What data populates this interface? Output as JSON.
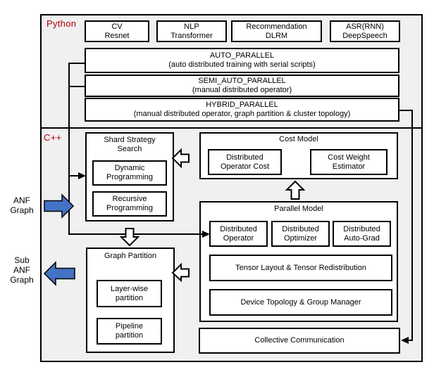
{
  "python": {
    "label": "Python",
    "apps": [
      {
        "lines": [
          "CV",
          "Resnet"
        ]
      },
      {
        "lines": [
          "NLP",
          "Transformer"
        ]
      },
      {
        "lines": [
          "Recommendation",
          "DLRM"
        ]
      },
      {
        "lines": [
          "ASR(RNN)",
          "DeepSpeech"
        ]
      }
    ],
    "modes": [
      {
        "name": "AUTO_PARALLEL",
        "desc": "(auto distributed training with serial scripts)"
      },
      {
        "name": "SEMI_AUTO_PARALLEL",
        "desc": "(manual distributed operator)"
      },
      {
        "name": "HYBRID_PARALLEL",
        "desc": "(manual distributed operator, graph partition & cluster topology)"
      }
    ]
  },
  "cpp": {
    "label": "C++",
    "shard_strategy": {
      "title_lines": [
        "Shard Strategy",
        "Search"
      ],
      "items": [
        {
          "lines": [
            "Dynamic",
            "Programming"
          ]
        },
        {
          "lines": [
            "Recursive",
            "Programming"
          ]
        }
      ]
    },
    "cost_model": {
      "title": "Cost Model",
      "items": [
        {
          "lines": [
            "Distributed",
            "Operator Cost"
          ]
        },
        {
          "lines": [
            "Cost Weight",
            "Estimator"
          ]
        }
      ]
    },
    "parallel_model": {
      "title": "Parallel Model",
      "items": [
        {
          "lines": [
            "Distributed",
            "Operator"
          ]
        },
        {
          "lines": [
            "Distributed",
            "Optimizer"
          ]
        },
        {
          "lines": [
            "Distributed",
            "Auto-Grad"
          ]
        }
      ],
      "rows": [
        "Tensor Layout & Tensor Redistribution",
        "Device Topology & Group Manager"
      ]
    },
    "graph_partition": {
      "title": "Graph Partition",
      "items": [
        {
          "lines": [
            "Layer-wise",
            "partition"
          ]
        },
        {
          "lines": [
            "Pipeline",
            "partition"
          ]
        }
      ]
    },
    "collective_communication": "Collective Communication"
  },
  "io": {
    "input_lines": [
      "ANF",
      "Graph"
    ],
    "output_lines": [
      "Sub",
      "ANF",
      "Graph"
    ]
  },
  "colors": {
    "section_label_red": "#b30000",
    "arrow_blue": "#4472c4",
    "section_background": "#f0f0f0",
    "border_black": "#000000"
  }
}
